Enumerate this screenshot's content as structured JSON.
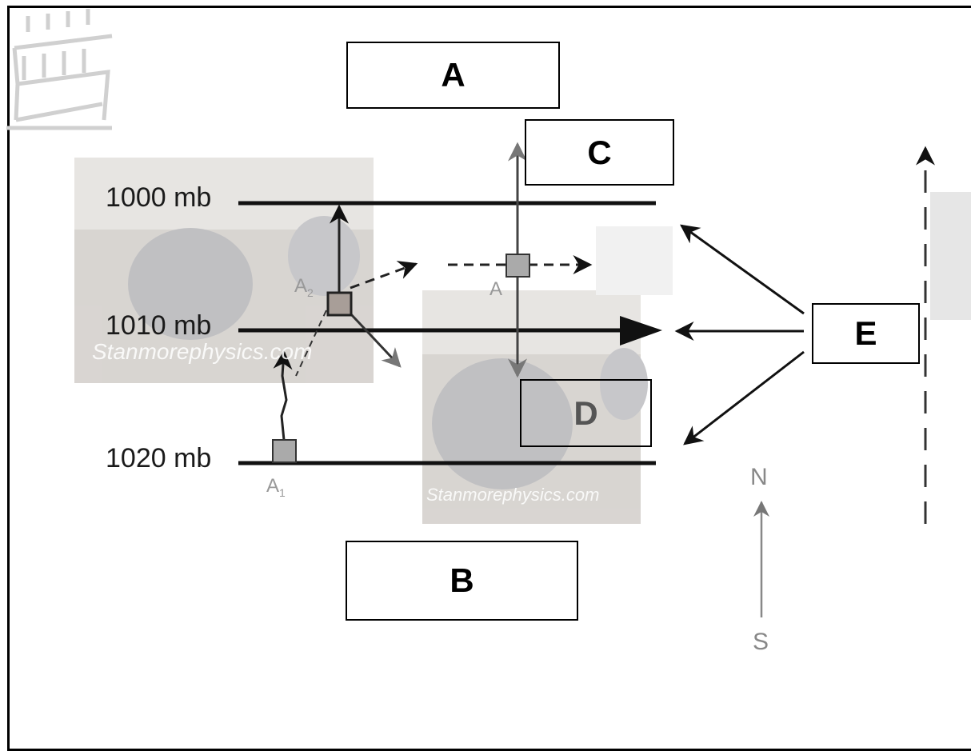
{
  "pressure_levels": [
    "1000 mb",
    "1010 mb",
    "1020 mb"
  ],
  "boxes": {
    "a": "A",
    "b": "B",
    "c": "C",
    "d": "D",
    "e": "E"
  },
  "parcels": {
    "a1": {
      "letter": "A",
      "sub": "1"
    },
    "a2": {
      "letter": "A",
      "sub": "2"
    },
    "a3": {
      "letter": "A"
    }
  },
  "compass": {
    "north": "N",
    "south": "S"
  },
  "watermark": "Stanmorephysics.com",
  "colors": {
    "line": "#111111",
    "parcel_fill": "#b0aaa6",
    "compass": "#888888"
  }
}
